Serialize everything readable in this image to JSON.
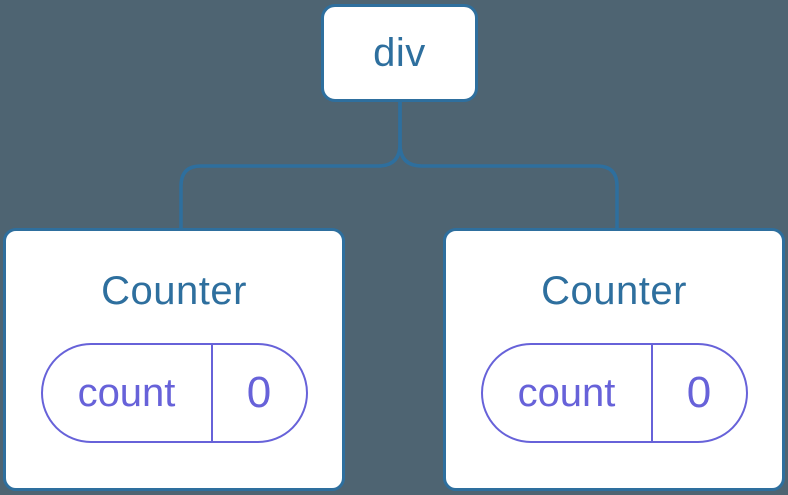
{
  "colors": {
    "background": "#4e6472",
    "stroke-blue": "#2e6f9e",
    "node-fill": "#ffffff",
    "state-purple": "#6762d9"
  },
  "tree": {
    "root": {
      "label": "div"
    },
    "children": [
      {
        "title": "Counter",
        "state": {
          "key": "count",
          "value": "0"
        }
      },
      {
        "title": "Counter",
        "state": {
          "key": "count",
          "value": "0"
        }
      }
    ]
  }
}
